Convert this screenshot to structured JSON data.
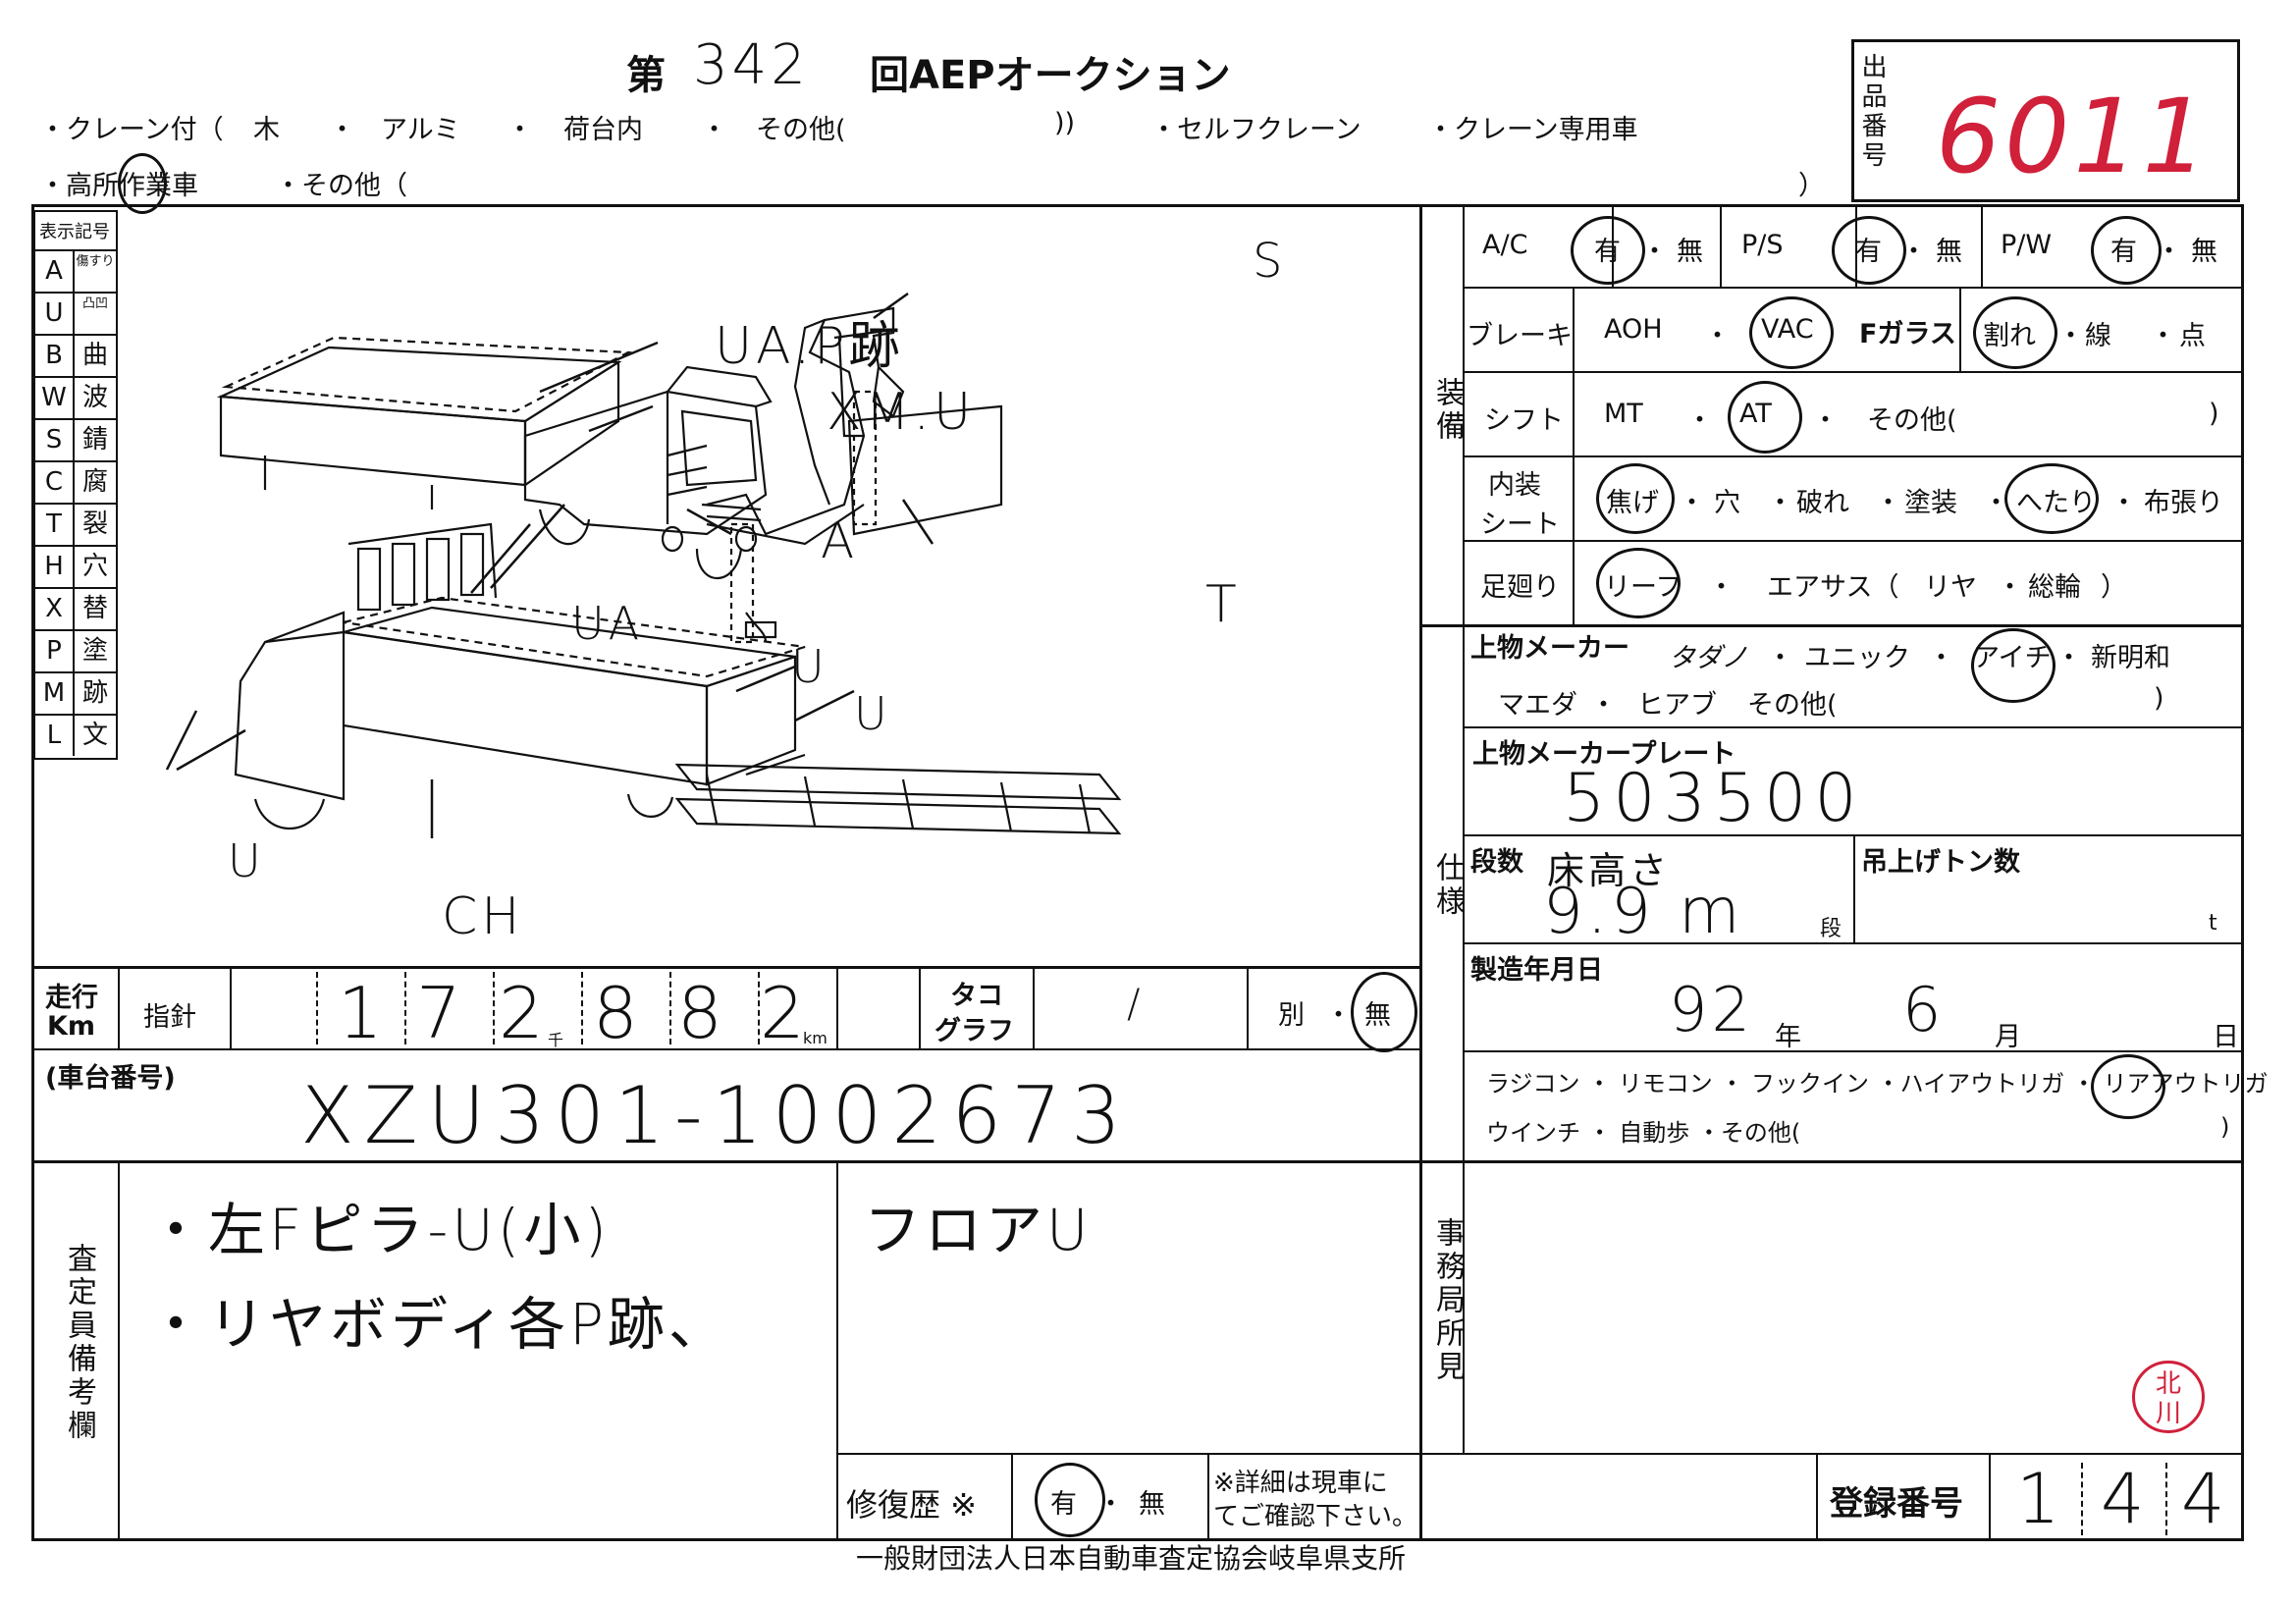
{
  "header": {
    "prefix": "第",
    "number": "342",
    "suffix": "回AEPオークション",
    "row1": {
      "crane": "・クレーン付（",
      "wood": "木",
      "dot1": "・",
      "alumi": "アルミ",
      "dot2": "・",
      "inner": "荷台内",
      "dot3": "・",
      "other": "その他(",
      "close": "))",
      "self": "・セルフクレーン",
      "dedicated": "・クレーン専用車"
    },
    "row2": {
      "aerial": "・高所作業車",
      "other": "・その他（",
      "close": "）"
    }
  },
  "lot": {
    "label": "出品番号",
    "number": "6011"
  },
  "legend": {
    "title": "表示記号",
    "rows": [
      {
        "code": "A",
        "meaning": "傷すり"
      },
      {
        "code": "U",
        "meaning": "凸凹"
      },
      {
        "code": "B",
        "meaning": "曲"
      },
      {
        "code": "W",
        "meaning": "波"
      },
      {
        "code": "S",
        "meaning": "錆"
      },
      {
        "code": "C",
        "meaning": "腐"
      },
      {
        "code": "T",
        "meaning": "裂"
      },
      {
        "code": "H",
        "meaning": "穴"
      },
      {
        "code": "X",
        "meaning": "替"
      },
      {
        "code": "P",
        "meaning": "塗"
      },
      {
        "code": "M",
        "meaning": "跡"
      },
      {
        "code": "L",
        "meaning": "文"
      }
    ]
  },
  "diagram_marks": {
    "m1": "UA.P跡",
    "m2": "XM.U",
    "m3": "A",
    "m4": "UA",
    "m5": "S",
    "m6": "T",
    "m7": "U",
    "m8": "U",
    "m9": "U",
    "m10": "CH"
  },
  "equipment": {
    "section": "装備",
    "ac": {
      "label": "A/C",
      "yes": "有",
      "dot": "・",
      "no": "無"
    },
    "ps": {
      "label": "P/S",
      "yes": "有",
      "dot": "・",
      "no": "無"
    },
    "pw": {
      "label": "P/W",
      "yes": "有",
      "dot": "・",
      "no": "無"
    },
    "brake": {
      "label": "ブレーキ",
      "aoh": "AOH",
      "dot": "・",
      "vac": "VAC"
    },
    "glass": {
      "label": "Fガラス",
      "o1": "割れ",
      "o2": "線",
      "o3": "点",
      "dot": "・"
    },
    "shift": {
      "label": "シフト",
      "mt": "MT",
      "at": "AT",
      "other": "その他(",
      "close": ")",
      "dot": "・"
    },
    "seat": {
      "label1": "内装",
      "label2": "シート",
      "o1": "焦げ",
      "o2": "穴",
      "o3": "破れ",
      "o4": "塗装",
      "o5": "へたり",
      "o6": "布張り",
      "dot": "・"
    },
    "suspension": {
      "label": "足廻り",
      "leaf": "リーフ",
      "dot": "・",
      "air": "エアサス（",
      "rear": "リヤ",
      "all": "総輪",
      "close": "）"
    }
  },
  "spec": {
    "section": "仕様",
    "maker_label": "上物メーカー",
    "makers1": [
      "タダノ",
      "ユニック",
      "アイチ",
      "新明和"
    ],
    "makers2": [
      "マエダ",
      "ヒアブ",
      "その他(",
      ")"
    ],
    "plate_label": "上物メーカープレート",
    "plate_value": "503500",
    "steps_label": "段数",
    "steps_hand": "床高さ",
    "steps_value": "9.9 m",
    "steps_unit": "段",
    "lift_label": "吊上げトン数",
    "lift_unit": "t",
    "mfg_label": "製造年月日",
    "year": "92",
    "year_unit": "年",
    "month": "6",
    "month_unit": "月",
    "day_unit": "日",
    "opts1": "ラジコン ・ リモコン ・ フックイン ・ハイアウトリガ ・ リアアウトリガ",
    "opts2": "ウインチ ・ 自動歩 ・その他(",
    "opts2_close": ")"
  },
  "mileage": {
    "label1": "走行",
    "label2": "Km",
    "needle": "指針",
    "digits": [
      "1",
      "7",
      "2",
      "8",
      "8",
      "2"
    ],
    "thousand": "千",
    "km": "km",
    "tacho1": "タコ",
    "tacho2": "グラフ",
    "tacho_mark": "/",
    "separate": "別",
    "dot": "・",
    "none": "無"
  },
  "chassis": {
    "label": "(車台番号)",
    "value": "XZU301-1002673"
  },
  "remarks": {
    "section": "査定員備考欄",
    "line1": "・左Fピラ-U(小)",
    "line2": "・リヤボディ各P跡、",
    "right": "フロアU"
  },
  "office": {
    "section": "事務局所見",
    "stamp1": "北",
    "stamp2": "川"
  },
  "repair": {
    "label": "修復歴 ※",
    "yes": "有",
    "dot": "・",
    "no": "無",
    "note1": "※詳細は現車に",
    "note2": "てご確認下さい。"
  },
  "registration": {
    "label": "登録番号",
    "digits": [
      "1",
      "4",
      "4"
    ]
  },
  "footer": "一般財団法人日本自動車査定協会岐阜県支所"
}
